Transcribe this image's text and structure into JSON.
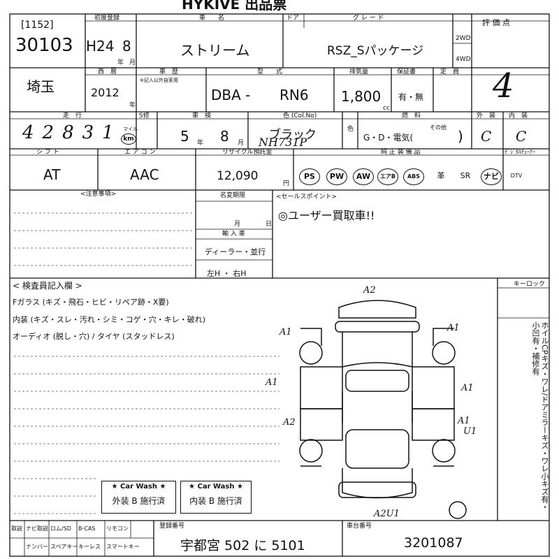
{
  "header": {
    "title": "HYKIVE 出品票",
    "lot_bracket": "[1152]",
    "lot_number": "30103",
    "reg_label": "初度登録",
    "reg_value_era": "H24",
    "reg_value_month": "8",
    "reg_year_unit": "年",
    "reg_month_unit": "月",
    "name_label": "車　　名",
    "name_value": "ストリーム",
    "door_label": "ドア",
    "grade_label": "グ レ ー ド",
    "grade_value": "RSZ_Sパッケージ",
    "drive_2wd": "2WD",
    "drive_4wd": "4WD",
    "score_label": "評 価 点",
    "score_value": "4"
  },
  "row2": {
    "region": "埼玉",
    "western_label": "西　暦",
    "western_value": "2012",
    "western_unit": "年",
    "history_label": "車　歴",
    "history_sub": "※記入以外自家用",
    "model_label": "型　　式",
    "model_prefix": "DBA -",
    "model_value": "RN6",
    "displacement_label": "排気量",
    "displacement_value": "1,800",
    "displacement_unit": "cc",
    "warranty_label": "保証書",
    "warranty_value": "有・無",
    "capacity_label": "定　員"
  },
  "row3": {
    "mileage_label": "走　行",
    "mileage_value": "42831",
    "mileage_unit_top": "マイル",
    "mileage_unit": "km",
    "sflag_label": "S修",
    "inspection_label": "車　検",
    "inspection_year": "5",
    "inspection_month": "8",
    "year_unit": "年",
    "month_unit": "月",
    "color_label": "色 (Col.No)",
    "color_value": "ブラック",
    "color_code": "NH731P",
    "fuel_label": "燃　料",
    "fuel_value": "G・D・電気(",
    "fuel_other": "その他",
    "fuel_close": ")",
    "ext_label": "外　装",
    "ext_value": "C",
    "int_label": "内　装",
    "int_value": "C",
    "colo_label": "色"
  },
  "row4": {
    "shift_label": "シ フ ト",
    "shift_value": "AT",
    "ac_label": "エ ア コ ン",
    "ac_value": "AAC",
    "recycle_label": "リサイクル預託金",
    "recycle_value": "12,090",
    "recycle_unit": "円",
    "genuine_label": "純 正 装 備 品",
    "tuner_label": "ﾃﾞｼﾞﾀﾙﾁｭｰﾅｰ",
    "options": [
      "PS",
      "PW",
      "AW",
      "エアB",
      "ABS",
      "革",
      "SR",
      "ナビ",
      "DTV"
    ]
  },
  "remarks": {
    "notes_label": "<注意事項>",
    "title_change_label": "名変期限",
    "title_month": "月",
    "title_day": "日",
    "import_label": "輸 入 車",
    "import_value": "ディーラー・並行",
    "steer_value": "左H ・ 右H",
    "sales_label": "<セールスポイント>",
    "sales_value": "◎ユーザー買取車!!"
  },
  "inspector": {
    "title": "< 検査員記入欄 >",
    "lines": [
      "Fガラス (キズ・飛石・ヒビ・リペア跡・X要)",
      "内装 (キズ・スレ・汚れ・シミ・コゲ・穴・キレ・破れ)",
      "オーディオ (脱し・穴) / タイヤ (スタッドレス)"
    ],
    "keylock_label": "キーロック",
    "side_note": "ホイルCPキズ・ワレ/ドアミラーキズ・ワレ小キズ有・小凹有・補修有",
    "car_wash_outer_title": "★ Car Wash ★",
    "car_wash_outer": "外装 B 施行済",
    "car_wash_inner_title": "★ Car Wash ★",
    "car_wash_inner": "内装 B 施行済",
    "damage_marks": [
      "A2",
      "A1",
      "A1",
      "A1",
      "A1",
      "A2",
      "A1",
      "U1",
      "A2U1"
    ]
  },
  "footer": {
    "items_top": [
      "取説",
      "ナビ取説",
      "ロム/SD",
      "B-CAS",
      "リモコン"
    ],
    "items_bottom": [
      "ナンバー",
      "スペアキー",
      "キーレス",
      "スマートキー"
    ],
    "plate_label": "登録番号",
    "plate_value": "宇都宮 502 に 5101",
    "chassis_label": "車台番号",
    "chassis_value": "3201087"
  }
}
